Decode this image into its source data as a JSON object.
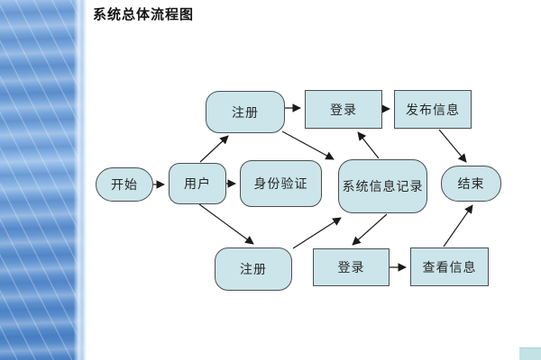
{
  "slide": {
    "title": "系统总体流程图"
  },
  "diagram": {
    "nodes": [
      {
        "id": "start",
        "label": "开始",
        "shape": "stadium"
      },
      {
        "id": "user",
        "label": "用户",
        "shape": "rounded"
      },
      {
        "id": "register-top",
        "label": "注册",
        "shape": "rounded"
      },
      {
        "id": "identity-verify",
        "label": "身份验证",
        "shape": "rounded"
      },
      {
        "id": "system-record",
        "label": "系统信息记录",
        "shape": "rounded"
      },
      {
        "id": "login-top",
        "label": "登录",
        "shape": "rect"
      },
      {
        "id": "publish-info",
        "label": "发布信息",
        "shape": "rect"
      },
      {
        "id": "end",
        "label": "结束",
        "shape": "stadium"
      },
      {
        "id": "register-bottom",
        "label": "注册",
        "shape": "rounded"
      },
      {
        "id": "login-bottom",
        "label": "登录",
        "shape": "rect"
      },
      {
        "id": "view-info",
        "label": "查看信息",
        "shape": "rect"
      }
    ],
    "edges": [
      {
        "from": "start",
        "to": "user"
      },
      {
        "from": "user",
        "to": "register-top"
      },
      {
        "from": "user",
        "to": "identity-verify"
      },
      {
        "from": "user",
        "to": "register-bottom"
      },
      {
        "from": "register-top",
        "to": "login-top"
      },
      {
        "from": "register-top",
        "to": "system-record"
      },
      {
        "from": "system-record",
        "to": "login-top"
      },
      {
        "from": "login-top",
        "to": "publish-info"
      },
      {
        "from": "publish-info",
        "to": "end"
      },
      {
        "from": "register-bottom",
        "to": "system-record"
      },
      {
        "from": "system-record",
        "to": "login-bottom"
      },
      {
        "from": "login-bottom",
        "to": "view-info"
      },
      {
        "from": "view-info",
        "to": "end"
      }
    ],
    "colors": {
      "node_fill": "#cbe5ea",
      "node_border": "#4d4d4d",
      "arrow": "#1a1a1a"
    }
  }
}
